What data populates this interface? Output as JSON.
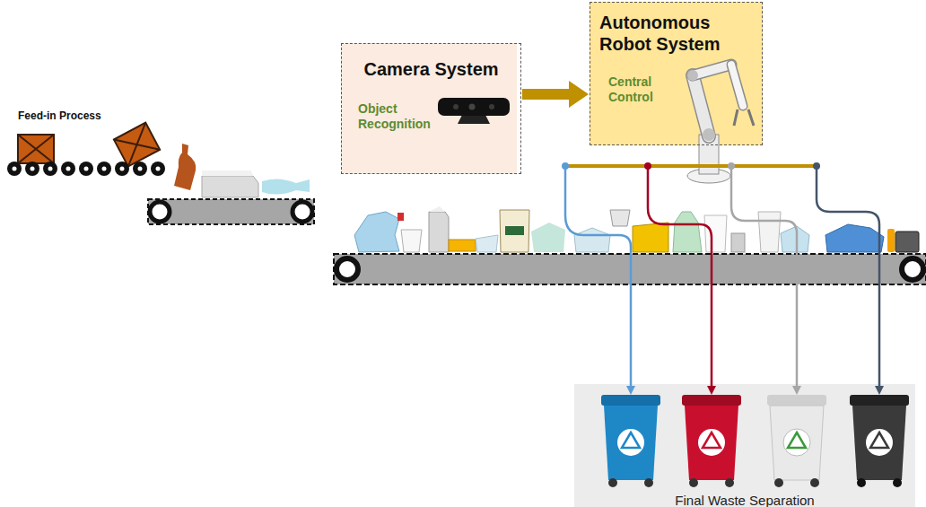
{
  "diagram": {
    "nodes": [
      {
        "text": [
          "Camera System",
          "Object Recognition"
        ]
      },
      {
        "text": [
          "Autonomous Robot System",
          "Central Control"
        ]
      },
      {
        "text": [
          "Final Waste Separation"
        ]
      }
    ],
    "edges": [
      {
        "from": 0,
        "to": 1,
        "arrow": "to"
      }
    ],
    "labels": [
      "Feed-in Process"
    ]
  }
}
